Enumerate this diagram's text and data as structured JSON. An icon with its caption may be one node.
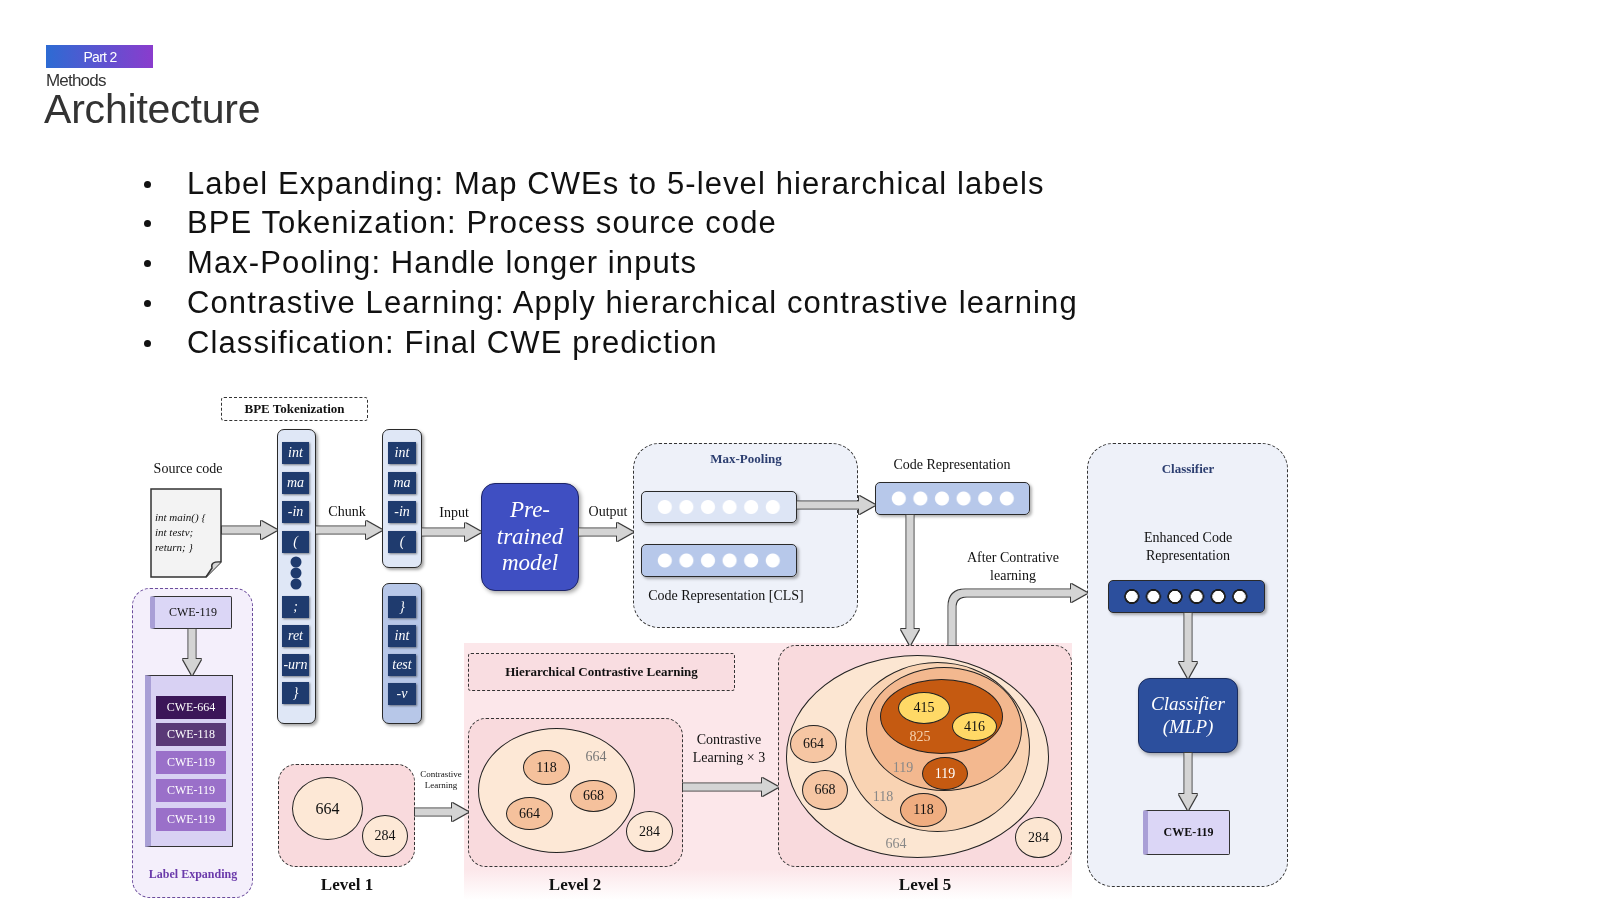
{
  "diagram": {
    "title": "Architecture",
    "nodes": [
      {
        "text": [
          "Part 2"
        ],
        "beside": [
          "Methods"
        ]
      },
      {
        "text": [
          "BPE Tokenization"
        ]
      },
      {
        "text": [
          "Source code",
          "int main() { int testv; return; }"
        ]
      },
      {
        "text": [],
        "shape": "box"
      },
      {
        "text": [
          "int"
        ],
        "in": 3
      },
      {
        "text": [
          "ma"
        ],
        "in": 3
      },
      {
        "text": [
          "-in"
        ],
        "in": 3
      },
      {
        "text": [
          "("
        ],
        "in": 3
      },
      {
        "text": [
          ";"
        ],
        "in": 3
      },
      {
        "text": [
          "ret"
        ],
        "in": 3
      },
      {
        "text": [
          "-urn"
        ],
        "in": 3
      },
      {
        "text": [
          "}"
        ],
        "in": 3
      },
      {
        "text": [],
        "shape": "box"
      },
      {
        "text": [
          "int"
        ],
        "in": 12
      },
      {
        "text": [
          "ma"
        ],
        "in": 12
      },
      {
        "text": [
          "-in"
        ],
        "in": 12
      },
      {
        "text": [
          "("
        ],
        "in": 12
      },
      {
        "text": [],
        "shape": "box"
      },
      {
        "text": [
          "}"
        ],
        "in": 17
      },
      {
        "text": [
          "int"
        ],
        "in": 17
      },
      {
        "text": [
          "test"
        ],
        "in": 17
      },
      {
        "text": [
          "-v"
        ],
        "in": 17
      },
      {
        "text": [
          "Pre-trained model"
        ]
      },
      {
        "text": [
          "Max-Pooling"
        ]
      },
      {
        "text": [],
        "shape": "bar",
        "in": 23
      },
      {
        "text": [],
        "shape": "bar",
        "in": 23,
        "beside": [
          "Code Representation [CLS]"
        ]
      },
      {
        "text": [
          "Code Representation"
        ]
      },
      {
        "text": [
          "Label Expanding"
        ]
      },
      {
        "text": [
          "CWE-119"
        ],
        "in": 27
      },
      {
        "text": [],
        "shape": "scroll",
        "in": 27
      },
      {
        "text": [
          "CWE-664"
        ],
        "in": 29
      },
      {
        "text": [
          "CWE-118"
        ],
        "in": 29
      },
      {
        "text": [
          "CWE-119"
        ],
        "in": 29
      },
      {
        "text": [
          "CWE-119"
        ],
        "in": 29
      },
      {
        "text": [
          "CWE-119"
        ],
        "in": 29
      },
      {
        "text": [
          "Hierarchical Contrastive Learning"
        ]
      },
      {
        "text": [
          "Level 1"
        ]
      },
      {
        "text": [
          "664"
        ],
        "in": 36
      },
      {
        "text": [
          "284"
        ],
        "in": 36
      },
      {
        "text": [
          "Level 2"
        ]
      },
      {
        "text": [
          "664"
        ],
        "in": 39
      },
      {
        "text": [
          "118"
        ],
        "in": 40
      },
      {
        "text": [
          "668"
        ],
        "in": 40
      },
      {
        "text": [
          "664"
        ],
        "in": 40
      },
      {
        "text": [
          "284"
        ],
        "in": 39
      },
      {
        "text": [
          "Level 5"
        ]
      },
      {
        "text": [
          "664"
        ],
        "in": 45
      },
      {
        "text": [
          "664"
        ],
        "in": 46
      },
      {
        "text": [
          "668"
        ],
        "in": 46
      },
      {
        "text": [
          "118"
        ],
        "in": 46
      },
      {
        "text": [
          "119"
        ],
        "in": 49
      },
      {
        "text": [
          "825"
        ],
        "in": 50
      },
      {
        "text": [
          "415"
        ],
        "in": 51
      },
      {
        "text": [
          "416"
        ],
        "in": 51
      },
      {
        "text": [
          "119"
        ],
        "in": 50
      },
      {
        "text": [
          "118"
        ],
        "in": 49
      },
      {
        "text": [
          "284"
        ],
        "in": 45
      },
      {
        "text": [
          "Classifier"
        ]
      },
      {
        "text": [
          "Enhanced Code Representation"
        ],
        "in": 57
      },
      {
        "text": [
          "Classifier (MLP)"
        ],
        "in": 57
      },
      {
        "text": [
          "CWE-119"
        ],
        "in": 57
      }
    ],
    "edges": [
      {
        "from": 2,
        "to": 3,
        "arrow": "to"
      },
      {
        "from": 3,
        "to": 12,
        "arrow": "to",
        "label": "Chunk"
      },
      {
        "from": 12,
        "to": 22,
        "arrow": "to",
        "label": "Input"
      },
      {
        "from": 22,
        "to": 23,
        "arrow": "to",
        "label": "Output"
      },
      {
        "from": 24,
        "to": 26,
        "arrow": "to"
      },
      {
        "from": 26,
        "to": 45,
        "arrow": "to"
      },
      {
        "from": 45,
        "to": 57,
        "arrow": "to",
        "label": "After Contrative learning"
      },
      {
        "from": 28,
        "to": 29,
        "arrow": "to"
      },
      {
        "from": 36,
        "to": 39,
        "arrow": "to",
        "label": "Contrastive Learning"
      },
      {
        "from": 39,
        "to": 45,
        "arrow": "to",
        "label": "Contrastive Learning × 3"
      },
      {
        "from": 58,
        "to": 59,
        "arrow": "to"
      },
      {
        "from": 59,
        "to": 60,
        "arrow": "to"
      }
    ],
    "labels": [
      "Label Expanding: Map CWEs to 5-level hierarchical labels",
      "BPE Tokenization: Process source code",
      "Max-Pooling: Handle longer inputs",
      "Contrastive Learning: Apply hierarchical contrastive learning",
      "Classification: Final CWE prediction"
    ]
  }
}
